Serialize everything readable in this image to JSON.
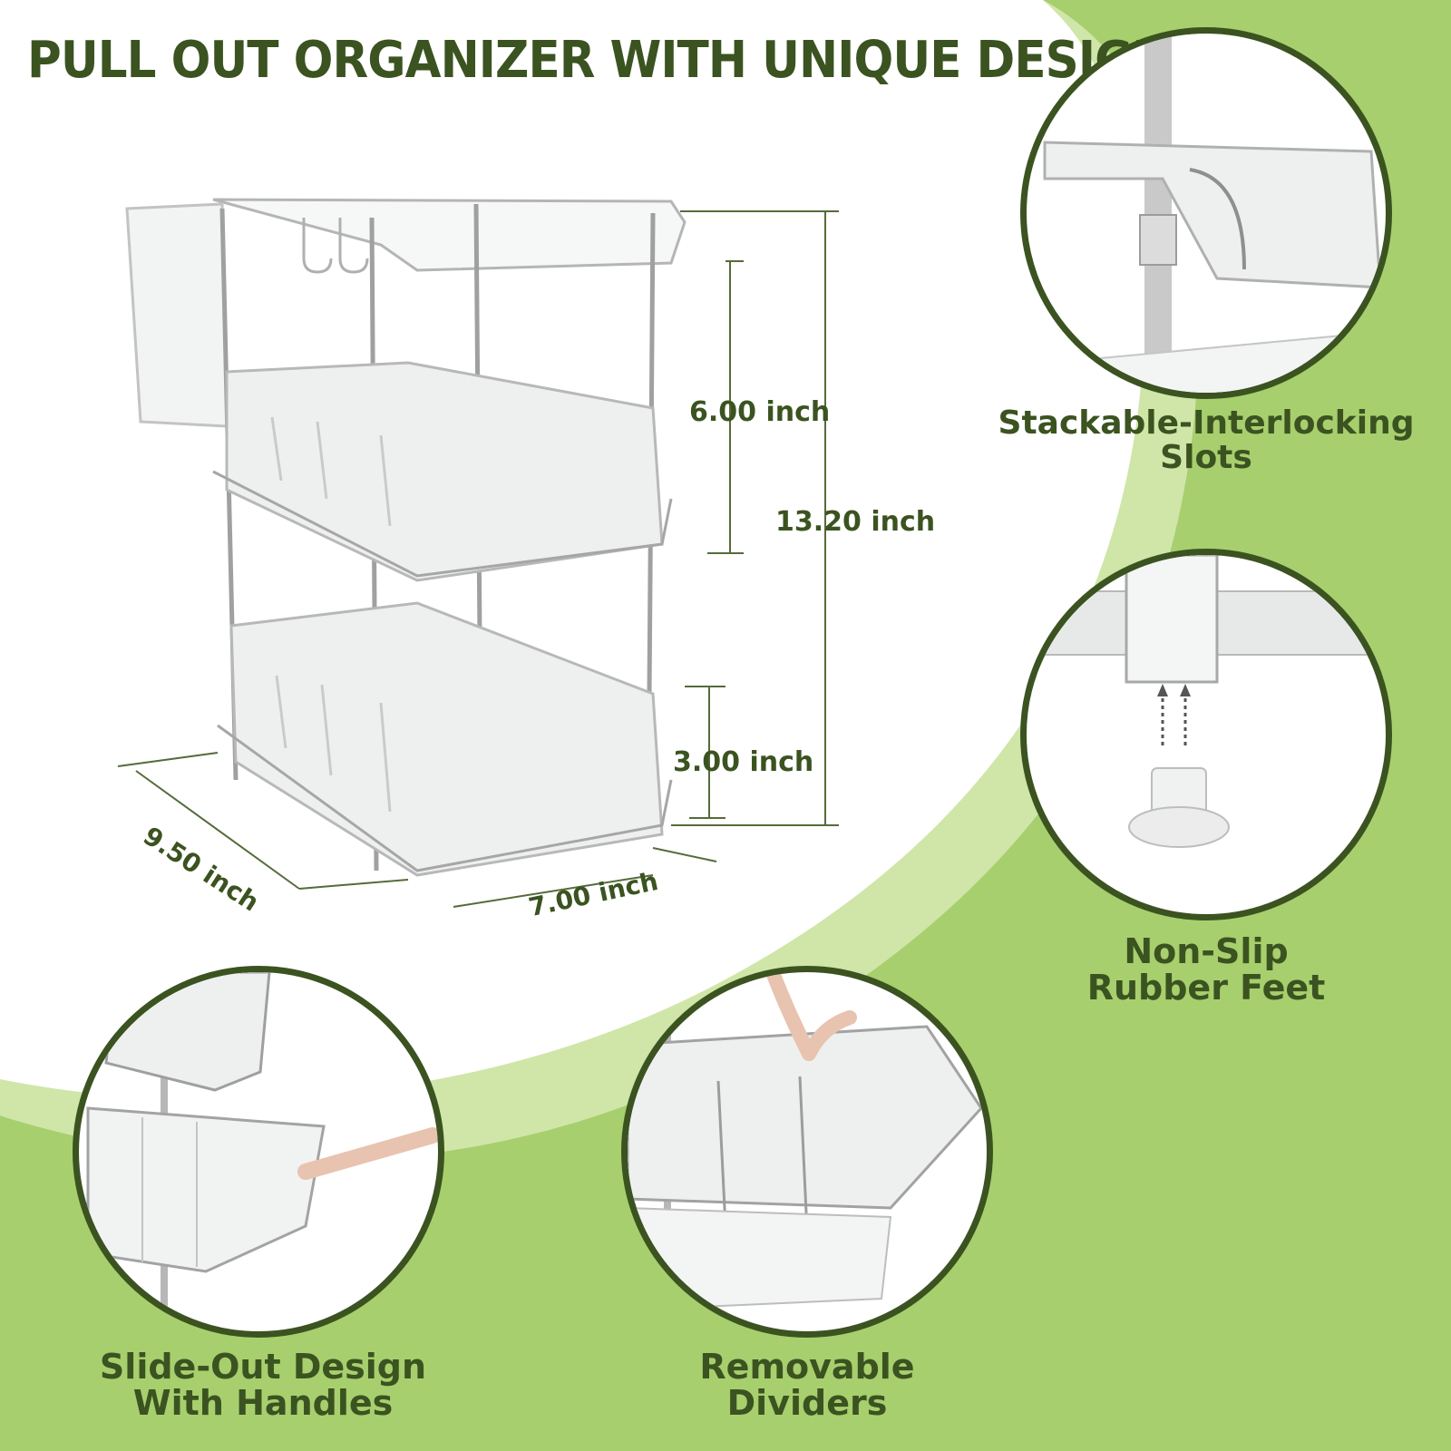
{
  "title": "PULL OUT ORGANIZER WITH UNIQUE DESIGN",
  "dimensions": {
    "top_tier_height": "6.00 inch",
    "total_height": "13.20 inch",
    "bottom_tier_height": "3.00 inch",
    "depth": "9.50 inch",
    "width": "7.00 inch"
  },
  "features": [
    {
      "line1": "Stackable-Interlocking",
      "line2": "Slots",
      "icon": "stacked-slot-closeup"
    },
    {
      "line1": "Non-Slip",
      "line2": "Rubber Feet",
      "icon": "rubber-foot-closeup"
    },
    {
      "line1": "Slide-Out Design",
      "line2": "With Handles",
      "icon": "slide-out-drawer-closeup"
    },
    {
      "line1": "Removable",
      "line2": "Dividers",
      "icon": "divider-closeup"
    }
  ],
  "colors": {
    "brand_green": "#3b5320",
    "background_green": "#a8cf6e",
    "light_green": "#cfe6a8"
  }
}
